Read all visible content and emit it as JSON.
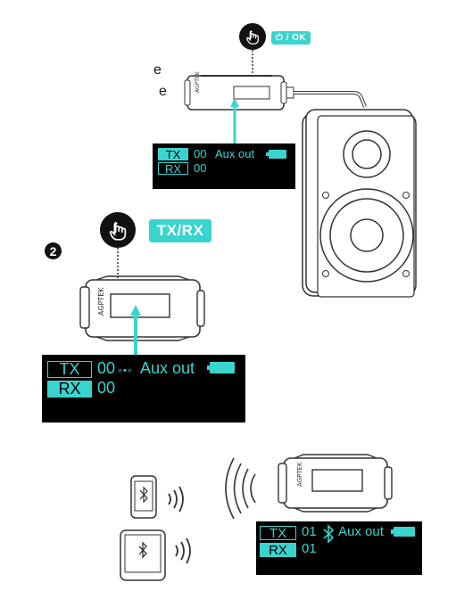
{
  "step1": {
    "button_label": "⏻ / OK",
    "side_letters": [
      "e",
      "e"
    ],
    "screen": {
      "tx": "TX",
      "tx_value": "00",
      "status": "Aux out",
      "rx": "RX",
      "rx_value": "00"
    }
  },
  "step2": {
    "number": "2",
    "button_label": "TX/RX",
    "screen": {
      "tx": "TX",
      "tx_value": "00",
      "dots": "∘•∘",
      "status": "Aux out",
      "rx": "RX",
      "rx_value": "00"
    }
  },
  "step3": {
    "screen": {
      "tx": "TX",
      "tx_value": "01",
      "bt": "✱",
      "status": "Aux out",
      "rx": "RX",
      "rx_value": "01"
    }
  },
  "device_brand": "AGPTEK",
  "colors": {
    "accent": "#3ad4cf",
    "screen_bg": "#000000",
    "ink": "#111111"
  }
}
